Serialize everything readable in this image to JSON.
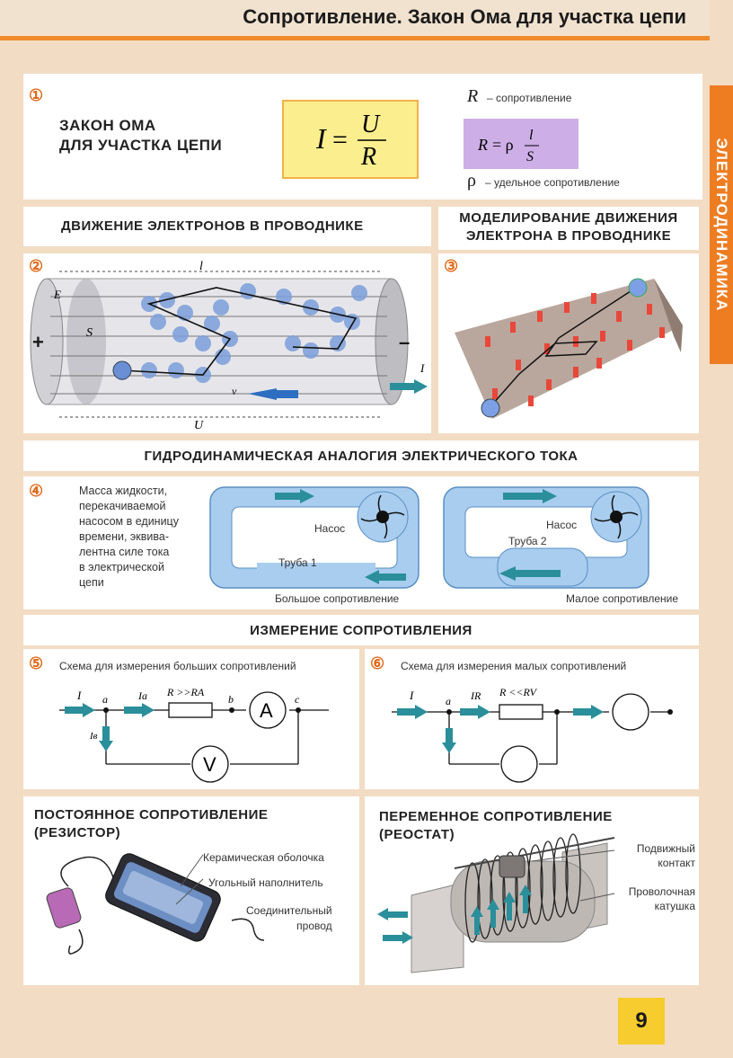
{
  "header": {
    "title": "Сопротивление. Закон Ома для участка цепи"
  },
  "side_tab": "ЭЛЕКТРОДИНАМИКА",
  "ohm": {
    "num": "①",
    "title_line1": "ЗАКОН ОМА",
    "title_line2": "ДЛЯ УЧАСТКА ЦЕПИ",
    "formula": "I = U/R",
    "r_symbol": "R",
    "r_label": "– сопротивление",
    "r_formula": "R = ρ l/S",
    "rho_symbol": "ρ",
    "rho_label": "– удельное сопротивление"
  },
  "electrons": {
    "title": "ДВИЖЕНИЕ ЭЛЕКТРОНОВ В ПРОВОДНИКЕ",
    "num": "②",
    "l": "l",
    "E": "E",
    "S": "S",
    "plus": "+",
    "minus": "–",
    "v": "v",
    "U": "U",
    "I": "I"
  },
  "modeling": {
    "title_line1": "МОДЕЛИРОВАНИЕ ДВИЖЕНИЯ",
    "title_line2": "ЭЛЕКТРОНА В ПРОВОДНИКЕ",
    "num": "③"
  },
  "hydro": {
    "title": "ГИДРОДИНАМИЧЕСКАЯ АНАЛОГИЯ ЭЛЕКТРИЧЕСКОГО ТОКА",
    "num": "④",
    "desc": [
      "Масса жидкости,",
      "перекачиваемой",
      "насосом в единицу",
      "времени, эквива-",
      "лентна силе тока",
      "в электрической",
      "цепи"
    ],
    "pump": "Насос",
    "pipe1": "Труба 1",
    "pipe2": "Труба 2",
    "big_res": "Большое сопротивление",
    "small_res": "Малое сопротивление"
  },
  "measure": {
    "title": "ИЗМЕРЕНИЕ СОПРОТИВЛЕНИЯ",
    "num5": "⑤",
    "scheme_big": "Схема для измерения больших сопротивлений",
    "num6": "⑥",
    "scheme_small": "Схема для измерения малых сопротивлений",
    "I": "I",
    "a": "a",
    "b": "b",
    "c": "c",
    "Ia": "Iа",
    "Iv": "Iв",
    "IR": "IR",
    "R_big": "R >>RA",
    "R_small": "R <<RV",
    "A": "A",
    "V": "V"
  },
  "resistor": {
    "title_line1": "ПОСТОЯННОЕ СОПРОТИВЛЕНИЕ",
    "title_line2": "(РЕЗИСТОР)",
    "shell": "Керамическая оболочка",
    "filler": "Угольный наполнитель",
    "wire_line1": "Соединительный",
    "wire_line2": "провод"
  },
  "rheostat": {
    "title_line1": "ПЕРЕМЕННОЕ СОПРОТИВЛЕНИЕ",
    "title_line2": "(РЕОСТАТ)",
    "contact_line1": "Подвижный",
    "contact_line2": "контакт",
    "coil_line1": "Проволочная",
    "coil_line2": "катушка"
  },
  "page_number": "9",
  "colors": {
    "orange": "#ee7d22",
    "blue_water": "#a9cdee",
    "teal_arrow": "#2a8f9a",
    "yellow": "#fbee8e",
    "lilac": "#cdaee6"
  }
}
